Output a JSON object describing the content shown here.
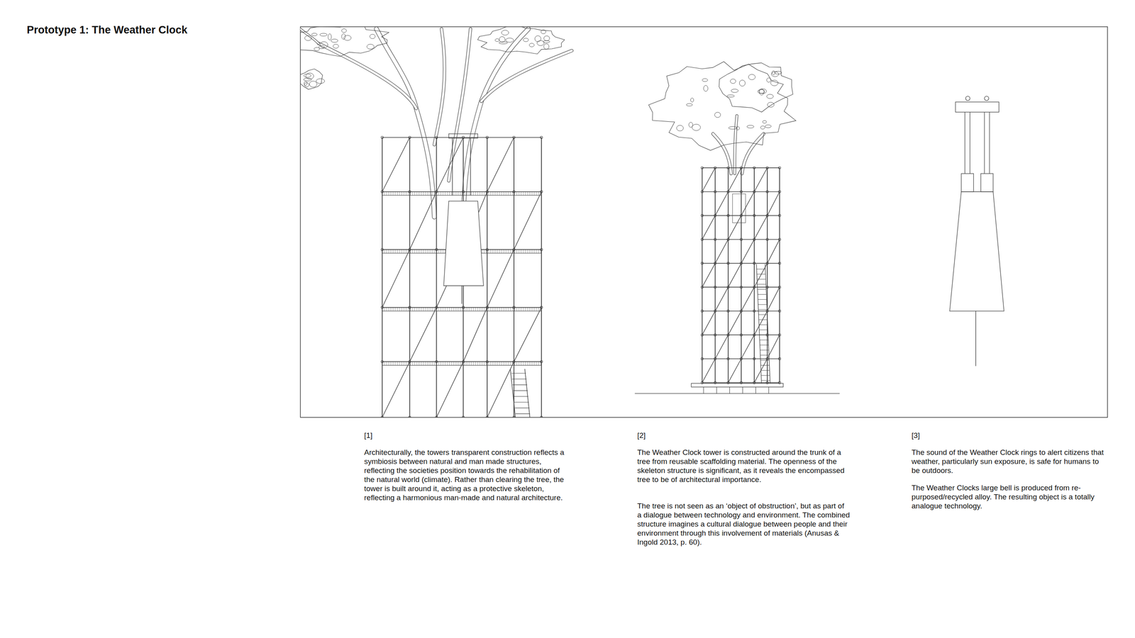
{
  "diagram": {
    "title": "Prototype 1: The Weather Clock",
    "labels": [
      "[1]",
      "Architecturally, the towers transparent construction reflects a symbiosis between natural and man made structures, reflecting the societies position towards the rehabilitation of the natural world (climate). Rather than clearing the tree, the tower is built around it, acting as a protective skeleton, reflecting a harmonious man-made and natural architecture.",
      "[2]",
      "The Weather Clock tower is constructed around the trunk of a tree from reusable scaffolding material. The openness of the skeleton structure is significant, as it reveals the encompassed tree to be of architectural importance.",
      "The tree is not seen as an ‘object of obstruction’, but as part of a dialogue between technology and environment. The combined structure imagines a cultural dialogue between people and their environment through this involvement of materials (Anusas & Ingold 2013, p. 60).",
      "[3]",
      "The sound of the Weather Clock rings to alert citizens that weather, particularly sun exposure, is safe for humans to be outdoors.",
      "The Weather Clocks large bell is produced from re-purposed/recycled alloy. The resulting object is a totally analogue technology."
    ]
  }
}
